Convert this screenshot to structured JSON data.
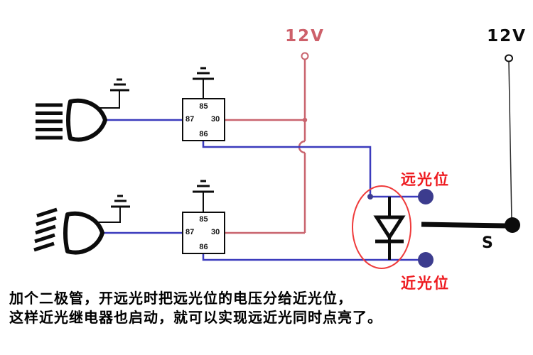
{
  "labels": {
    "supply_main": "12V",
    "supply_switch": "12V",
    "high_beam_terminal": "远光位",
    "low_beam_terminal": "近光位",
    "switch": "S"
  },
  "relay_top": {
    "pin_85": "85",
    "pin_87": "87",
    "pin_30": "30",
    "pin_86": "86"
  },
  "relay_bottom": {
    "pin_85": "85",
    "pin_87": "87",
    "pin_30": "30",
    "pin_86": "86"
  },
  "caption": {
    "line1": "加个二极管，开远光时把远光位的电压分给近光位，",
    "line2": "这样近光继电器也启动，就可以实现远近光同时点亮了。"
  },
  "icons": [
    "high-beam-lamp-icon",
    "low-beam-lamp-icon",
    "ground-icon",
    "relay-box",
    "diode-icon",
    "switch-lever-icon",
    "terminal-dot"
  ],
  "colors": {
    "wire_blue": "#3b3bbd",
    "wire_red": "#c9646e",
    "supply_main_label": "#cd606a",
    "terminal_dot": "#3c3c8e",
    "highlight_red": "#ef3b3b",
    "label_red": "#ee1a1f",
    "ink_black": "#0c0c0c"
  }
}
